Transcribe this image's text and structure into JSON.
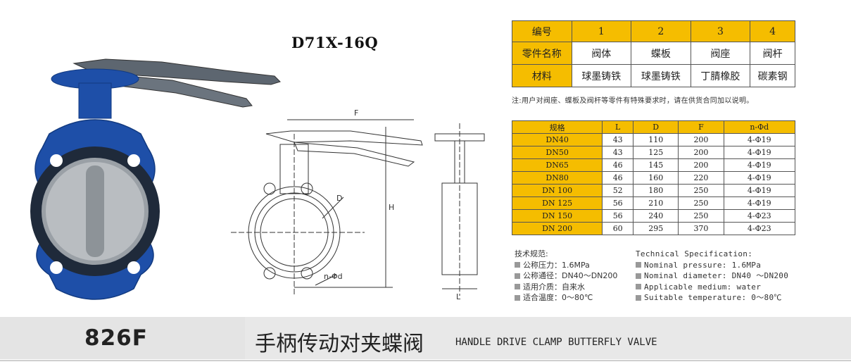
{
  "model_code": "D71X-16Q",
  "parts_table": {
    "rows": [
      [
        "编号",
        "1",
        "2",
        "3",
        "4"
      ],
      [
        "零件名称",
        "阀体",
        "蝶板",
        "阀座",
        "阀杆"
      ],
      [
        "材料",
        "球墨铸铁",
        "球墨铸铁",
        "丁腈橡胶",
        "碳素钢"
      ]
    ]
  },
  "note": "注:用户对阀座、蝶板及阀杆等零件有特殊要求时，请在供货合同加以说明。",
  "dims_table": {
    "headers": [
      "规格",
      "L",
      "D",
      "F",
      "n-Φd"
    ],
    "rows": [
      [
        "DN40",
        "43",
        "110",
        "200",
        "4-Φ19"
      ],
      [
        "DN50",
        "43",
        "125",
        "200",
        "4-Φ19"
      ],
      [
        "DN65",
        "46",
        "145",
        "200",
        "4-Φ19"
      ],
      [
        "DN80",
        "46",
        "160",
        "220",
        "4-Φ19"
      ],
      [
        "DN 100",
        "52",
        "180",
        "250",
        "4-Φ19"
      ],
      [
        "DN 125",
        "56",
        "210",
        "250",
        "4-Φ19"
      ],
      [
        "DN 150",
        "56",
        "240",
        "250",
        "4-Φ23"
      ],
      [
        "DN 200",
        "60",
        "295",
        "370",
        "4-Φ23"
      ]
    ]
  },
  "drawing_labels": {
    "F": "F",
    "H": "H",
    "D": "D",
    "nd": "n-Φd",
    "L": "L"
  },
  "spec_cn": {
    "title": "技术规范:",
    "items": [
      "公称压力：1.6MPa",
      "公称通径：DN40～DN200",
      "适用介质：自来水",
      "适合温度：0～80℃"
    ]
  },
  "spec_en": {
    "title": "Technical Specification:",
    "items": [
      "Nominal pressure: 1.6MPa",
      "Nominal diameter: DN40 ～DN200",
      "Applicable medium: water",
      "Suitable temperature: 0～80℃"
    ]
  },
  "footer": {
    "model_no": "826F",
    "title_cn": "手柄传动对夹蝶阀",
    "title_en": "HANDLE DRIVE CLAMP BUTTERFLY VALVE"
  },
  "colors": {
    "accent": "#f5bd00",
    "valve_body": "#1e4fa8",
    "band": "#e8e8e8"
  }
}
